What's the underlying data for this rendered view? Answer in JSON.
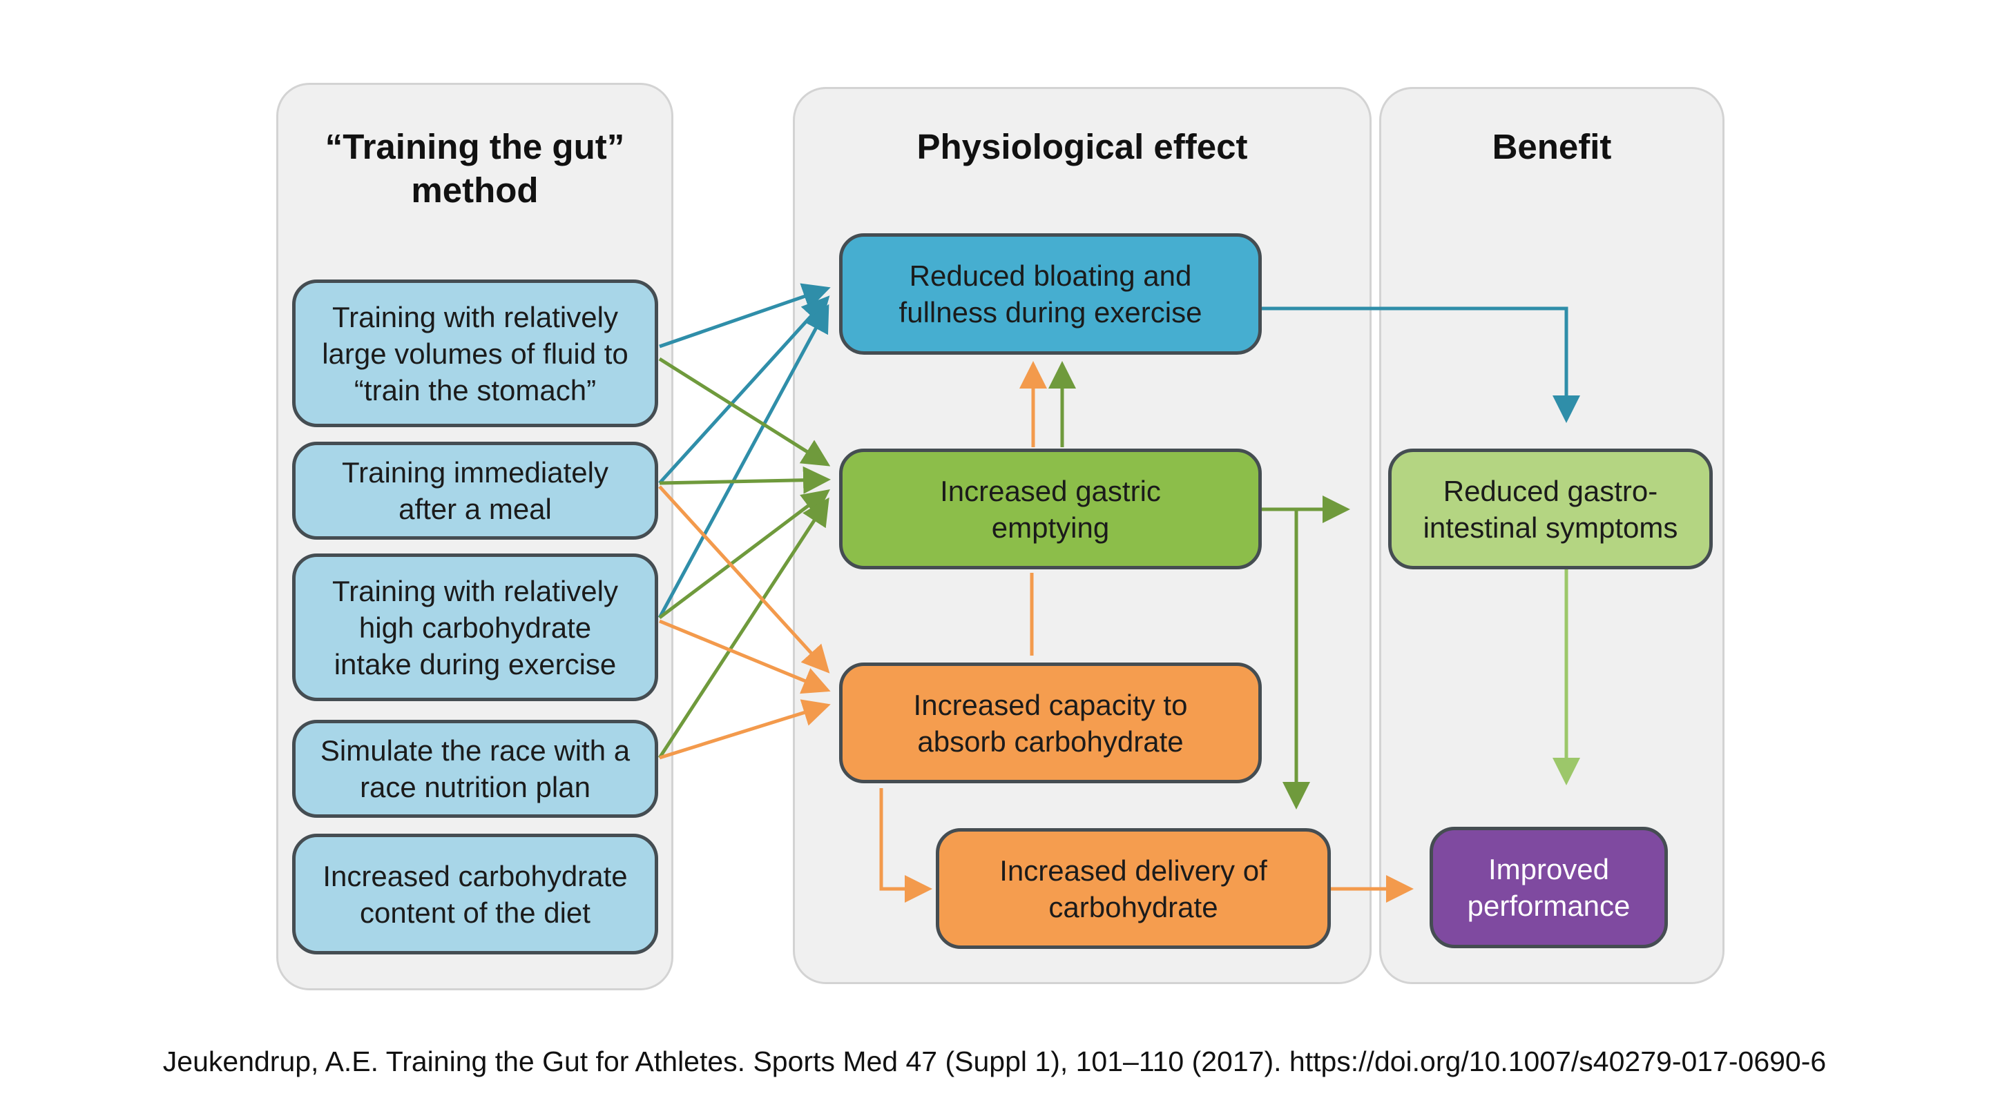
{
  "panels": {
    "method": {
      "title": "“Training the gut”\nmethod"
    },
    "effect": {
      "title": "Physiological effect"
    },
    "benefit": {
      "title": "Benefit"
    }
  },
  "methods": [
    "Training with relatively\nlarge volumes of fluid to\n“train the stomach”",
    "Training immediately\nafter a meal",
    "Training with relatively\nhigh carbohydrate\nintake during exercise",
    "Simulate the race with a\nrace nutrition plan",
    "Increased carbohydrate\ncontent of the diet"
  ],
  "effects": {
    "bloating": "Reduced bloating and\nfullness during exercise",
    "gastric": "Increased gastric\nemptying",
    "absorb": "Increased capacity to\nabsorb carbohydrate",
    "delivery": "Increased delivery of\ncarbohydrate"
  },
  "benefits": {
    "symptoms": "Reduced gastro-\nintestinal symptoms",
    "performance": "Improved\nperformance"
  },
  "colors": {
    "arrow_blue": "#2f8ea9",
    "arrow_green": "#6f9a3c",
    "arrow_orange": "#f39a4c",
    "arrow_light_green": "#9cc76a"
  },
  "citation": "Jeukendrup, A.E. Training the Gut for Athletes. Sports Med 47 (Suppl 1), 101–110 (2017). https://doi.org/10.1007/s40279-017-0690-6"
}
